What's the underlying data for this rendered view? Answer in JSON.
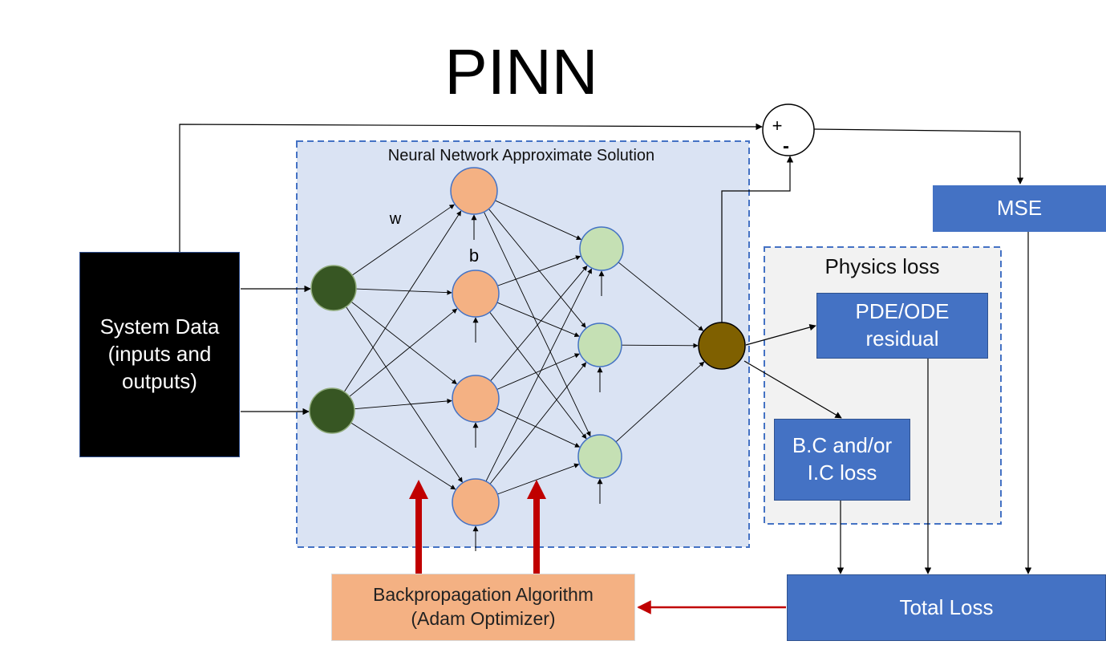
{
  "title": "PINN",
  "neural_network": {
    "caption": "Neural Network Approximate Solution",
    "weight_label": "w",
    "bias_label": "b"
  },
  "system_data": {
    "label": "System Data\n(inputs and\noutputs)"
  },
  "summing_junction": {
    "plus": "+",
    "minus": "-"
  },
  "mse": {
    "label": "MSE"
  },
  "physics_loss": {
    "caption": "Physics loss",
    "pde_residual": "PDE/ODE\nresidual",
    "bc_ic_loss": "B.C and/or\nI.C loss"
  },
  "total_loss": {
    "label": "Total Loss"
  },
  "backpropagation": {
    "label": "Backpropagation Algorithm\n(Adam Optimizer)"
  },
  "colors": {
    "nn_region": "#dae3f3",
    "physics_region": "#f2f2f2",
    "region_border": "#4472c4",
    "blue_box": "#4472c4",
    "input_node": "#375623",
    "hidden1_node": "#f4b183",
    "hidden2_node": "#c5e0b4",
    "output_node": "#7f6000",
    "backprop_arrow": "#c00000"
  }
}
